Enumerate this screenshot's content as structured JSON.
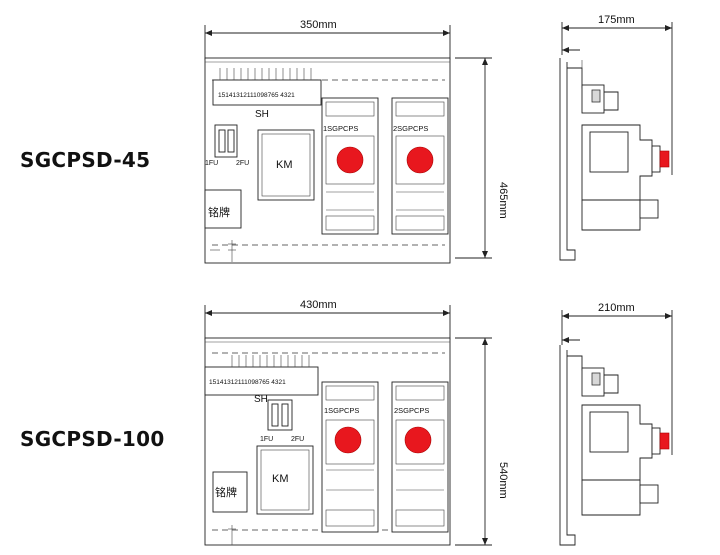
{
  "models": [
    {
      "name": "SGCPSD-45",
      "width_label": "350mm",
      "height_label": "465mm",
      "depth_label": "175mm",
      "terminal_numbers": "15141312111098765 4321",
      "busbar_label": "SH",
      "fuse_labels": [
        "1FU",
        "2FU"
      ],
      "contactor_label": "KM",
      "nameplate_label": "铭牌",
      "unit_labels": [
        "1SGPCPS",
        "2SGPCPS"
      ]
    },
    {
      "name": "SGCPSD-100",
      "width_label": "430mm",
      "height_label": "540mm",
      "depth_label": "210mm",
      "terminal_numbers": "15141312111098765 4321",
      "busbar_label": "SH",
      "fuse_labels": [
        "1FU",
        "2FU"
      ],
      "contactor_label": "KM",
      "nameplate_label": "铭牌",
      "unit_labels": [
        "1SGPCPS",
        "2SGPCPS"
      ]
    }
  ],
  "colors": {
    "knob": "#e8171e",
    "line": "#222222"
  }
}
